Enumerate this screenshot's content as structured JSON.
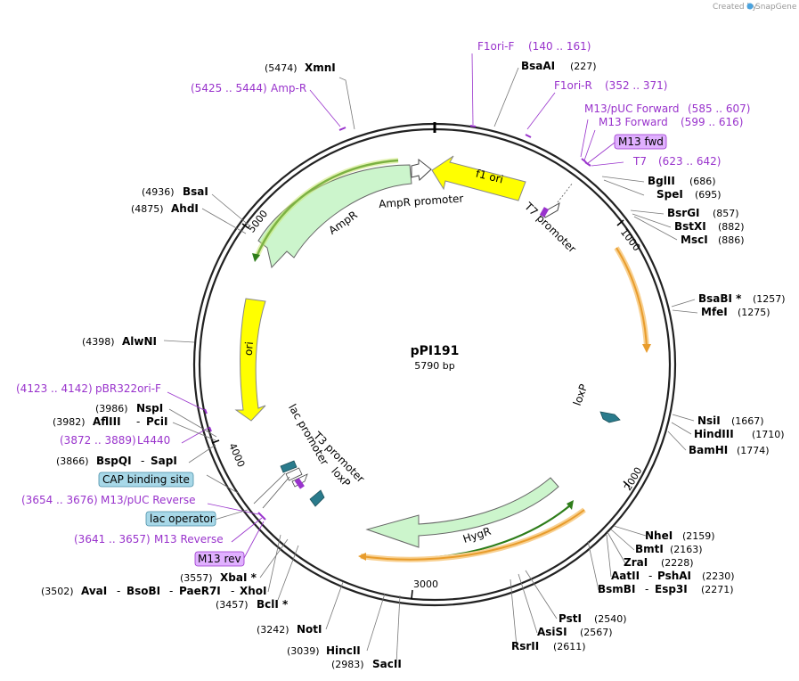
{
  "credit": {
    "prefix": "Created by",
    "brand": "SnapGene"
  },
  "plasmid": {
    "name": "pPI191",
    "length": "5790 bp"
  },
  "ticks": [
    "1000",
    "2000",
    "3000",
    "4000",
    "5000"
  ],
  "enzymes": [
    {
      "name": "XmnI",
      "pos": "(5474)"
    },
    {
      "name": "BsaAI",
      "pos": "(227)"
    },
    {
      "name": "BglII",
      "pos": "(686)"
    },
    {
      "name": "SpeI",
      "pos": "(695)"
    },
    {
      "name": "BsrGI",
      "pos": "(857)"
    },
    {
      "name": "BstXI",
      "pos": "(882)"
    },
    {
      "name": "MscI",
      "pos": "(886)"
    },
    {
      "name": "BsaBI *",
      "pos": "(1257)"
    },
    {
      "name": "MfeI",
      "pos": "(1275)"
    },
    {
      "name": "NsiI",
      "pos": "(1667)"
    },
    {
      "name": "HindIII",
      "pos": "(1710)"
    },
    {
      "name": "BamHI",
      "pos": "(1774)"
    },
    {
      "name": "NheI",
      "pos": "(2159)"
    },
    {
      "name": "BmtI",
      "pos": "(2163)"
    },
    {
      "name": "ZraI",
      "pos": "(2228)"
    },
    {
      "name": "AatII",
      "sep": "-",
      "name2": "PshAI",
      "pos": "(2230)"
    },
    {
      "name": "BsmBI",
      "sep": "-",
      "name2": "Esp3I",
      "pos": "(2271)"
    },
    {
      "name": "PstI",
      "pos": "(2540)"
    },
    {
      "name": "AsiSI",
      "pos": "(2567)"
    },
    {
      "name": "RsrII",
      "pos": "(2611)"
    },
    {
      "name": "SacII",
      "pos": "(2983)"
    },
    {
      "name": "HincII",
      "pos": "(3039)"
    },
    {
      "name": "NotI",
      "pos": "(3242)"
    },
    {
      "name": "BclI *",
      "pos": "(3457)"
    },
    {
      "name": "XbaI *",
      "pos": "(3557)"
    },
    {
      "name": "AvaI",
      "sep": "-",
      "name2": "BsoBI",
      "sep2": "-",
      "name3": "PaeR7I",
      "sep3": "-",
      "name4": "XhoI",
      "pos": "(3502)"
    },
    {
      "name": "BspQI",
      "sep": "-",
      "name2": "SapI",
      "pos": "(3866)"
    },
    {
      "name": "AflIII",
      "sep": "-",
      "name2": "PciI",
      "pos": "(3982)"
    },
    {
      "name": "NspI",
      "pos": "(3986)"
    },
    {
      "name": "AlwNI",
      "pos": "(4398)"
    },
    {
      "name": "AhdI",
      "pos": "(4875)"
    },
    {
      "name": "BsaI",
      "pos": "(4936)"
    }
  ],
  "primers": [
    {
      "name": "F1ori-F",
      "range": "(140 .. 161)"
    },
    {
      "name": "F1ori-R",
      "range": "(352 .. 371)"
    },
    {
      "name": "M13/pUC Forward",
      "range": "(585 .. 607)"
    },
    {
      "name": "M13 Forward",
      "range": "(599 .. 616)"
    },
    {
      "name": "T7",
      "range": "(623 .. 642)"
    },
    {
      "name": "Amp-R",
      "range": "(5425 .. 5444)"
    },
    {
      "name": "pBR322ori-F",
      "range": "(4123 .. 4142)"
    },
    {
      "name": "L4440",
      "range": "(3872 .. 3889)"
    },
    {
      "name": "M13/pUC Reverse",
      "range": "(3654 .. 3676)"
    },
    {
      "name": "M13 Reverse",
      "range": "(3641 .. 3657)"
    }
  ],
  "boxed": {
    "m13_fwd": "M13 fwd",
    "m13_rev": "M13 rev",
    "cap_site": "CAP binding site",
    "lac_operator": "lac operator"
  },
  "features": {
    "f1_ori": "f1 ori",
    "ampr": "AmpR",
    "ampr_promoter": "AmpR promoter",
    "t7_promoter": "T7 promoter",
    "ori": "ori",
    "loxp1": "loxP",
    "loxp2": "loxP",
    "lac_promoter": "lac promoter",
    "t3_promoter": "T3 promoter",
    "hygr": "HygR"
  },
  "colors": {
    "backbone": "#222222",
    "primer": "#9933cc",
    "ori_yellow": "#ffff00",
    "green_feature": "#ccf5cc",
    "orf_orange": "#e89c2c",
    "orf_green": "#2e7d1a",
    "loxp_teal": "#2a7b8c",
    "box_blue": "#a8d8e8",
    "box_purple": "#e0b0ff"
  }
}
